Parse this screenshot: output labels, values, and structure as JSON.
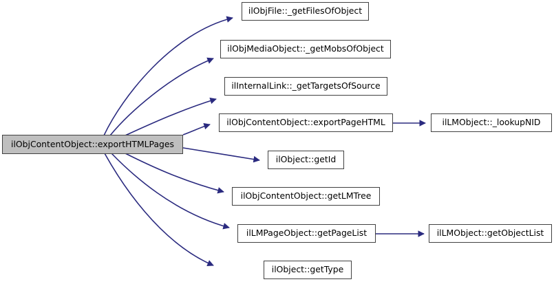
{
  "diagram": {
    "type": "call-graph",
    "title": "ilObjContentObject::exportHTMLPages call graph",
    "background_color": "#ffffff",
    "edge_color": "#2a2a7f",
    "node_border_color": "#404040",
    "root_fill_color": "#bfbfbf",
    "node_fill_color": "#ffffff"
  },
  "nodes": {
    "root": {
      "label": "ilObjContentObject::exportHTMLPages"
    },
    "n1": {
      "label": "ilObjFile::_getFilesOfObject"
    },
    "n2": {
      "label": "ilObjMediaObject::_getMobsOfObject"
    },
    "n3": {
      "label": "ilInternalLink::_getTargetsOfSource"
    },
    "n4": {
      "label": "ilObjContentObject::exportPageHTML"
    },
    "n5": {
      "label": "ilObject::getId"
    },
    "n6": {
      "label": "ilObjContentObject::getLMTree"
    },
    "n7": {
      "label": "ilLMPageObject::getPageList"
    },
    "n8": {
      "label": "ilObject::getType"
    },
    "n9": {
      "label": "ilLMObject::_lookupNID"
    },
    "n10": {
      "label": "ilLMObject::getObjectList"
    }
  },
  "edges": [
    {
      "from": "root",
      "to": "n1"
    },
    {
      "from": "root",
      "to": "n2"
    },
    {
      "from": "root",
      "to": "n3"
    },
    {
      "from": "root",
      "to": "n4"
    },
    {
      "from": "root",
      "to": "n5"
    },
    {
      "from": "root",
      "to": "n6"
    },
    {
      "from": "root",
      "to": "n7"
    },
    {
      "from": "root",
      "to": "n8"
    },
    {
      "from": "n4",
      "to": "n9"
    },
    {
      "from": "n7",
      "to": "n10"
    }
  ]
}
